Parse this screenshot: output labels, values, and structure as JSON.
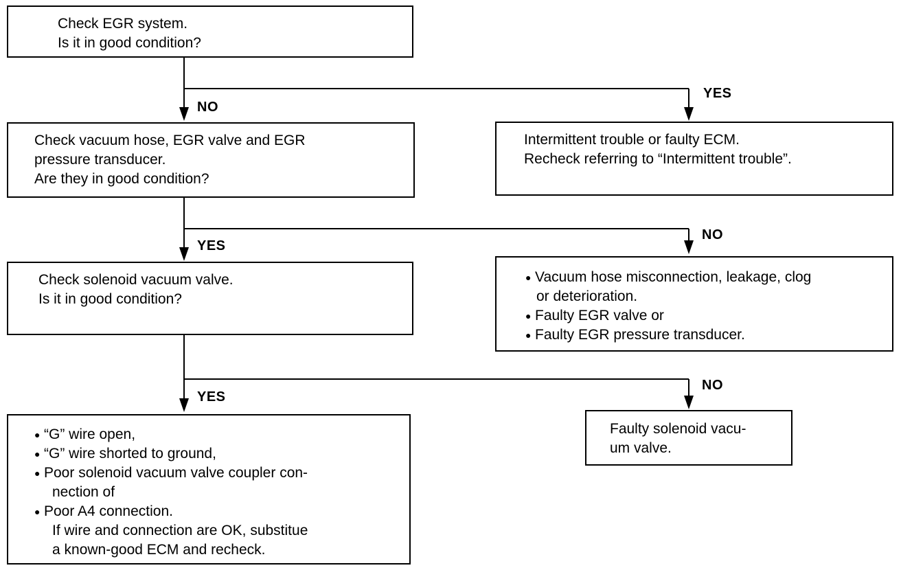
{
  "box1": {
    "lines": [
      "Check EGR system.",
      "Is it in good condition?"
    ]
  },
  "box2": {
    "lines": [
      "Check vacuum hose, EGR valve and EGR",
      "pressure transducer.",
      "Are they in good condition?"
    ]
  },
  "box3": {
    "lines": [
      "Check solenoid vacuum valve.",
      "Is it in good condition?"
    ]
  },
  "box4": {
    "bullets": [
      [
        "“G” wire open,"
      ],
      [
        "“G” wire shorted to ground,"
      ],
      [
        "Poor solenoid vacuum valve coupler con-",
        "nection of"
      ],
      [
        "Poor A4 connection."
      ]
    ],
    "extra": [
      "If wire and connection are OK, substitue",
      "a known-good ECM and recheck."
    ]
  },
  "box_r1": {
    "lines": [
      "Intermittent trouble or faulty ECM.",
      "Recheck referring to “Intermittent trouble”."
    ]
  },
  "box_r2": {
    "bullets": [
      [
        "Vacuum hose misconnection, leakage, clog",
        "or deterioration."
      ],
      [
        "Faulty EGR valve or"
      ],
      [
        "Faulty EGR pressure transducer."
      ]
    ]
  },
  "box_r3": {
    "lines": [
      "Faulty solenoid vacu-",
      "um valve."
    ]
  },
  "labels": {
    "l1_no": "NO",
    "l1_yes": "YES",
    "l2_yes": "YES",
    "l2_no": "NO",
    "l3_yes": "YES",
    "l3_no": "NO"
  }
}
